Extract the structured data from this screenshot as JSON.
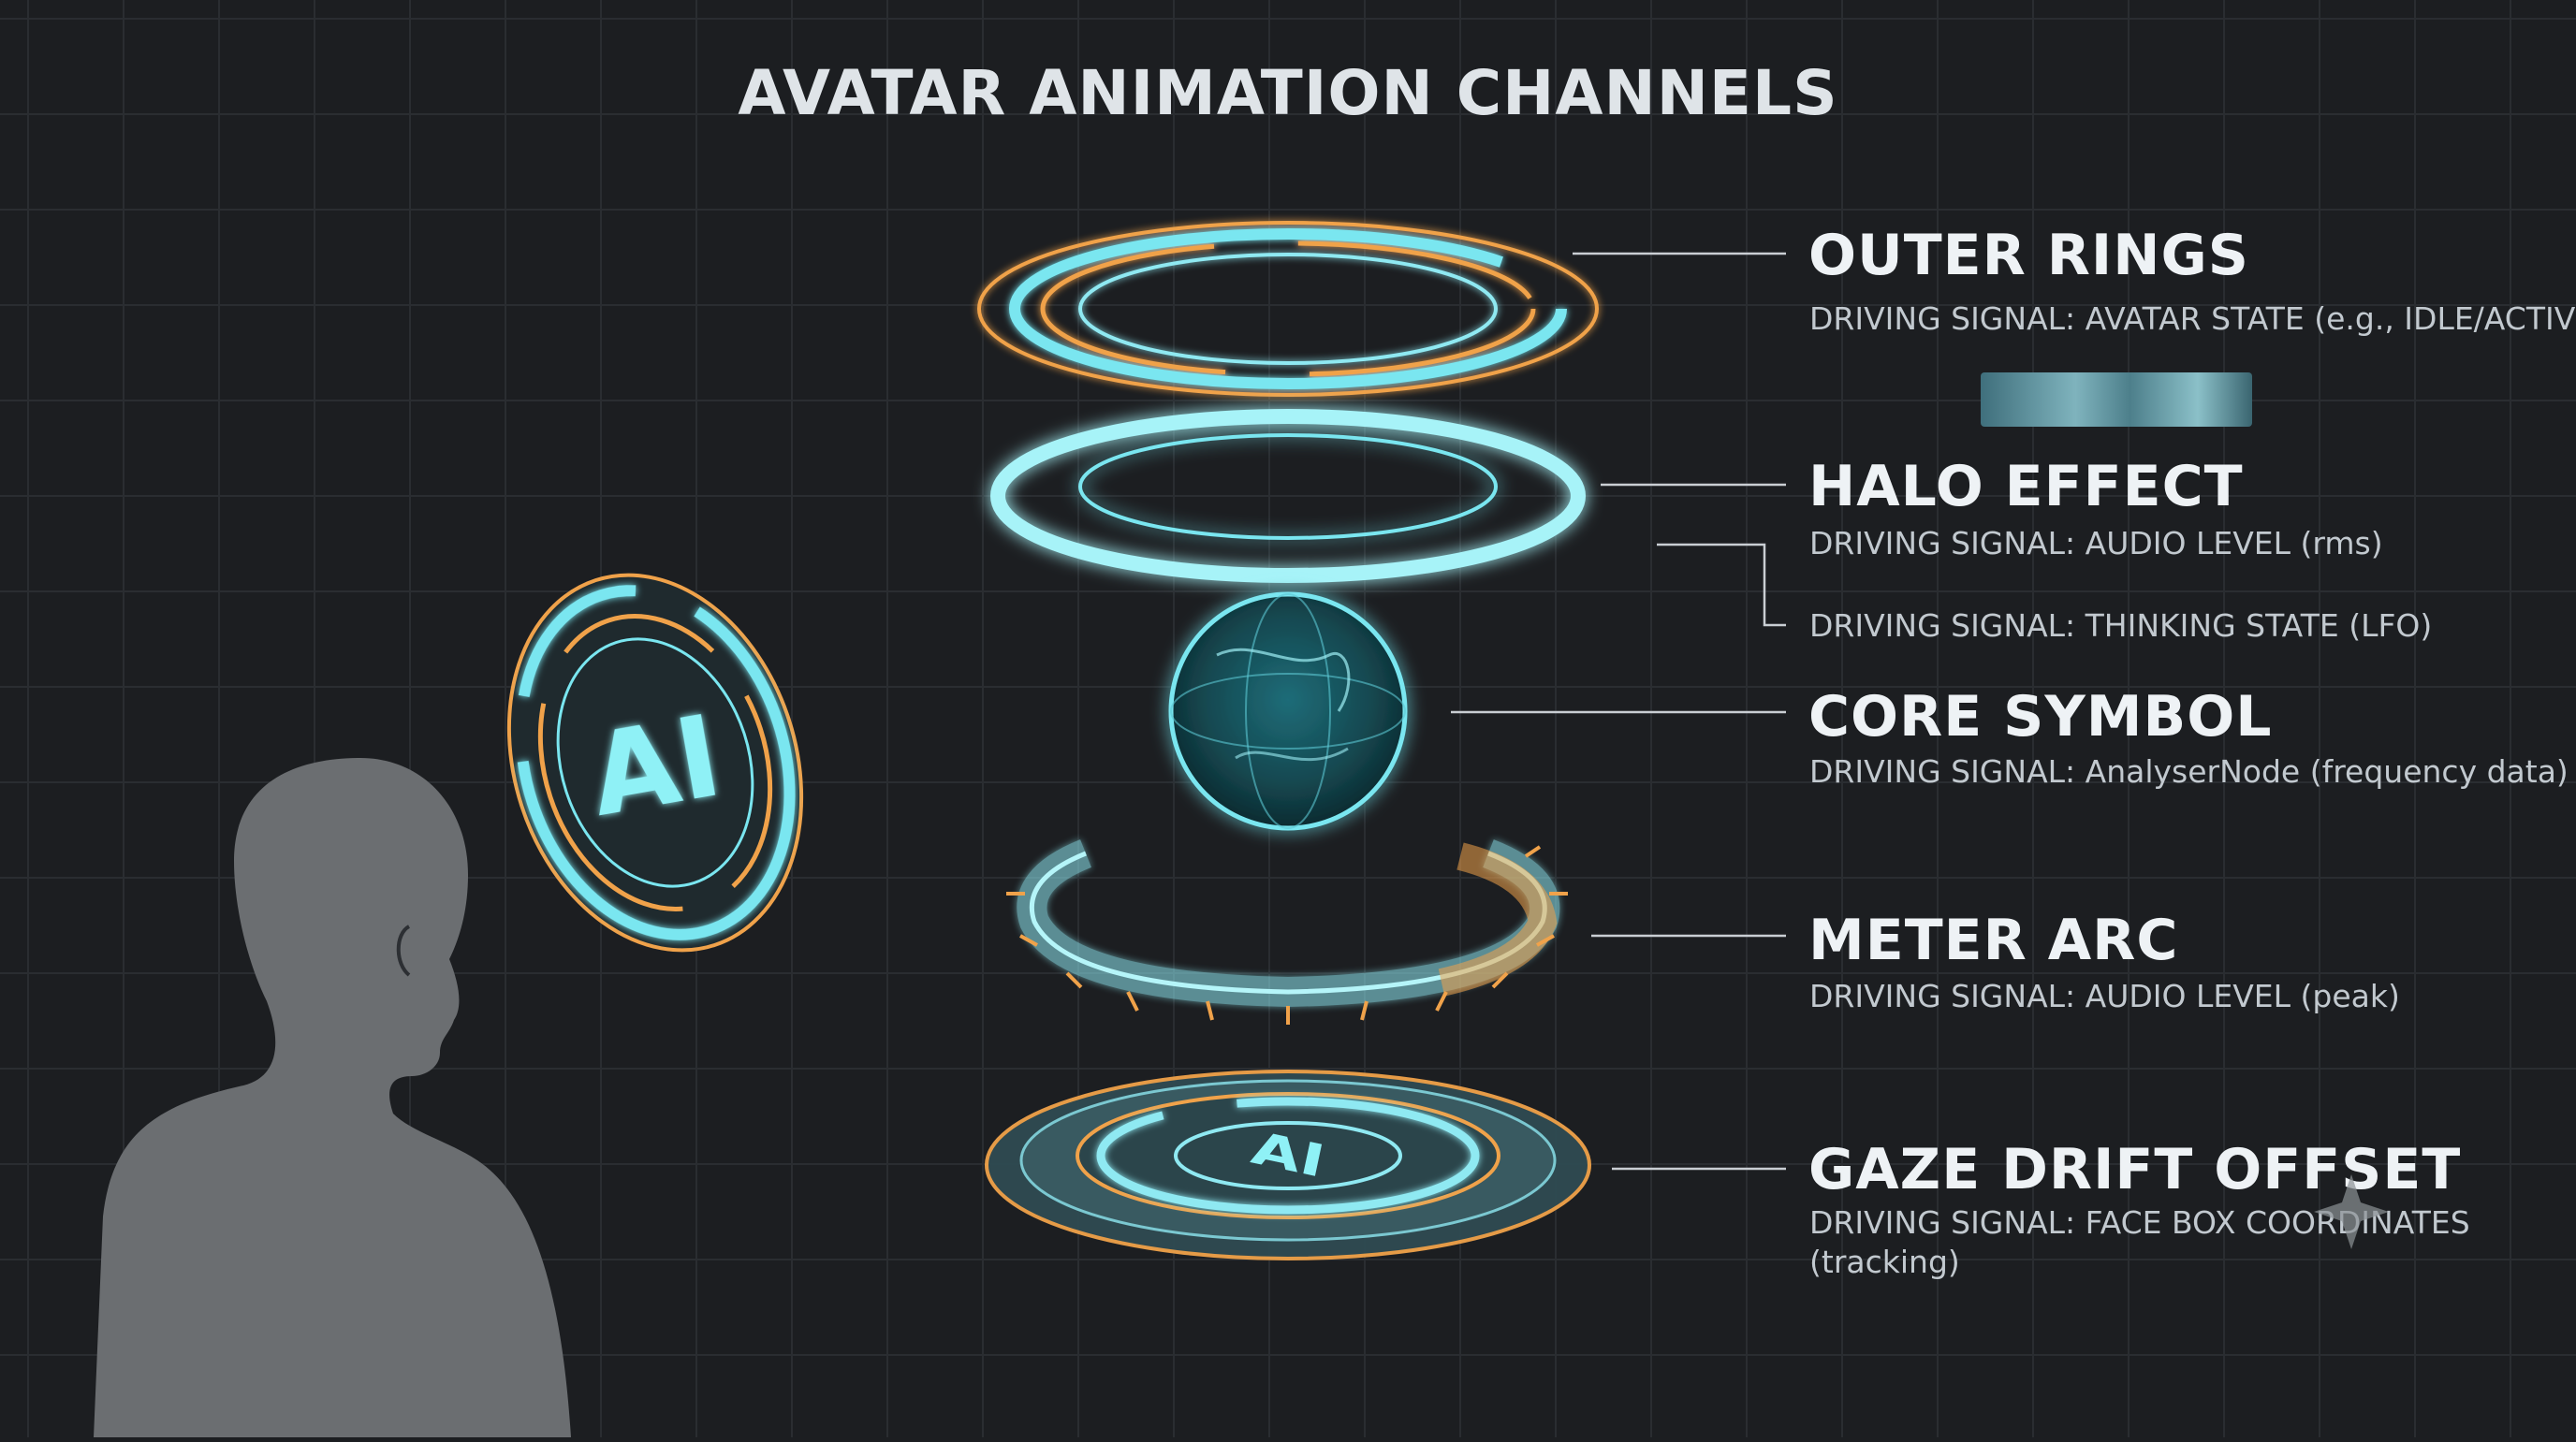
{
  "title": "AVATAR ANIMATION CHANNELS",
  "core_glyph_text": "AI",
  "channels": [
    {
      "name": "OUTER RINGS",
      "signal": "DRIVING SIGNAL: AVATAR STATE (e.g., IDLE/ACTIVE)"
    },
    {
      "name": "HALO EFFECT",
      "signal": "DRIVING SIGNAL: AUDIO LEVEL (rms)",
      "signal_2": "DRIVING SIGNAL: THINKING STATE (LFO)"
    },
    {
      "name": "CORE SYMBOL",
      "signal": "DRIVING SIGNAL: AnalyserNode (frequency data)"
    },
    {
      "name": "METER ARC",
      "signal": "DRIVING SIGNAL: AUDIO LEVEL (peak)"
    },
    {
      "name": "GAZE DRIFT OFFSET",
      "signal": "DRIVING SIGNAL: FACE BOX COORDINATES",
      "signal_cont": "(tracking)"
    }
  ],
  "colors": {
    "background": "#1c1e21",
    "grid": "#2a2d31",
    "cyan_glow": "#7ae6f0",
    "orange_accent": "#f0a24a",
    "silhouette": "#6b6e71",
    "leader_line": "#c9ced3"
  }
}
